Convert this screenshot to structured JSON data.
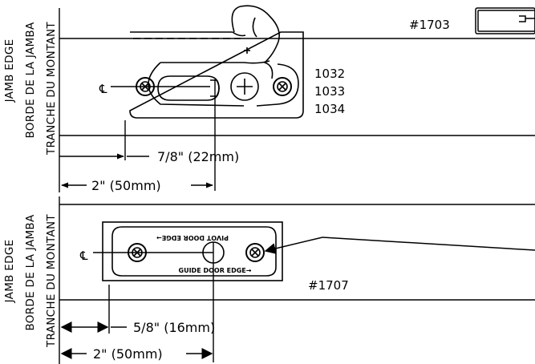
{
  "top_section": {
    "side_labels": [
      "JAMB EDGE",
      "BORDE DE LA JAMBA",
      "TRANCHE DU MONTANT"
    ],
    "part_number": "#1703",
    "model_numbers": [
      "1032",
      "1033",
      "1034"
    ],
    "centerline_symbol": "℄",
    "dimension_inner": "7/8\" (22mm)",
    "dimension_outer": "2\" (50mm)"
  },
  "bottom_section": {
    "side_labels": [
      "JAMB EDGE",
      "BORDE DE LA JAMBA",
      "TRANCHE DU MONTANT"
    ],
    "part_number": "#1707",
    "plate_text_upper": "PIVOT DOOR EDGE→",
    "plate_text_lower": "GUIDE DOOR EDGE→",
    "centerline_symbol": "℄",
    "dimension_inner": "5/8\" (16mm)",
    "dimension_outer": "2\" (50mm)"
  }
}
